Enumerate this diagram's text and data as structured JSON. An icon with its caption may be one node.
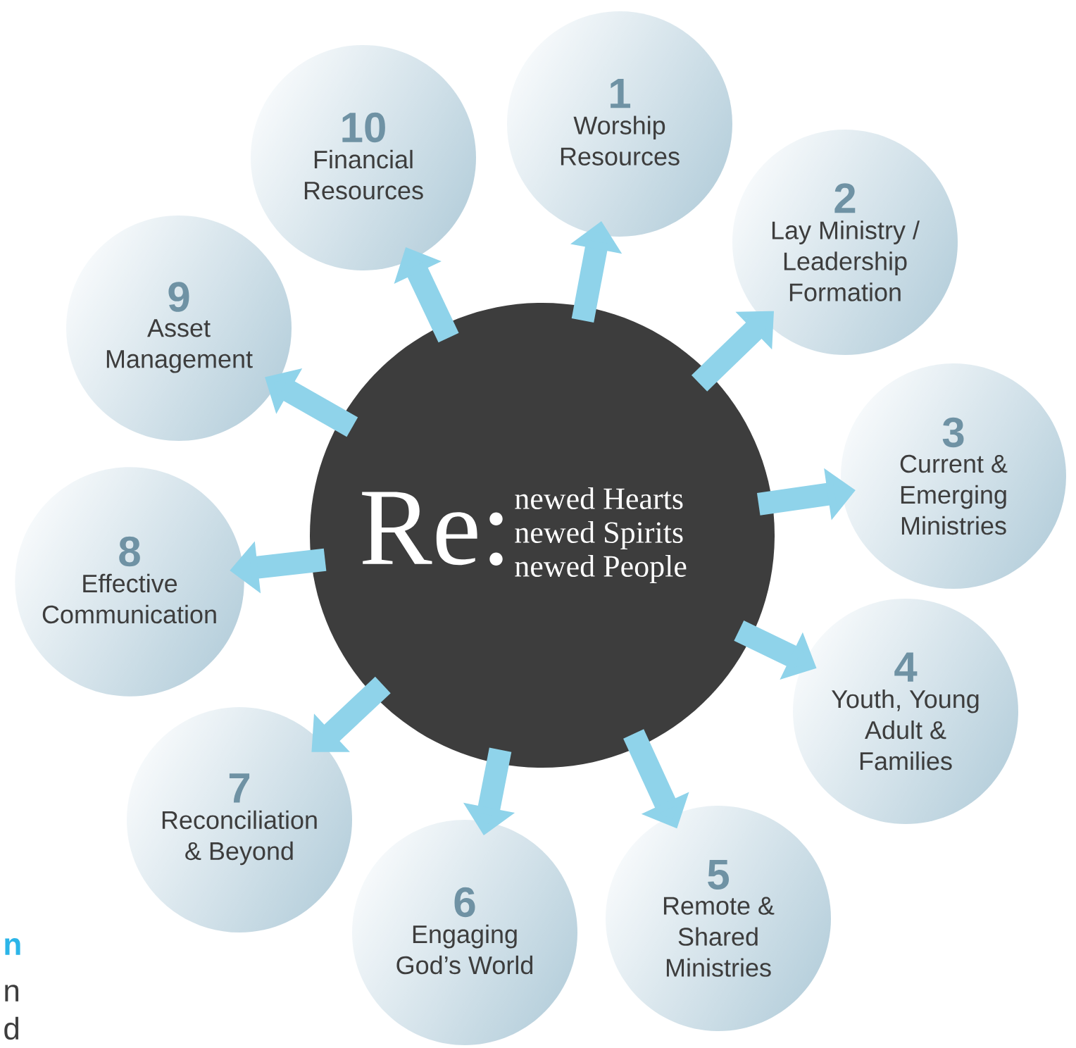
{
  "diagram": {
    "nodes": [
      {
        "text": [
          "Re:",
          "newed Hearts newed Spirits newed People"
        ]
      },
      {
        "text": [
          "1",
          "Worship Resources"
        ]
      },
      {
        "text": [
          "2",
          "Lay Ministry / Leadership Formation"
        ]
      },
      {
        "text": [
          "3",
          "Current & Emerging Ministries"
        ]
      },
      {
        "text": [
          "4",
          "Youth, Young Adult & Families"
        ]
      },
      {
        "text": [
          "5",
          "Remote & Shared Ministries"
        ]
      },
      {
        "text": [
          "6",
          "Engaging God’s World"
        ]
      },
      {
        "text": [
          "7",
          "Reconciliation & Beyond"
        ]
      },
      {
        "text": [
          "8",
          "Effective Communication"
        ]
      },
      {
        "text": [
          "9",
          "Asset Management"
        ]
      },
      {
        "text": [
          "10",
          "Financial Resources"
        ]
      }
    ],
    "edges": [
      {
        "from": 0,
        "to": 1,
        "arrow": "to"
      },
      {
        "from": 0,
        "to": 2,
        "arrow": "to"
      },
      {
        "from": 0,
        "to": 3,
        "arrow": "to"
      },
      {
        "from": 0,
        "to": 4,
        "arrow": "to"
      },
      {
        "from": 0,
        "to": 5,
        "arrow": "to"
      },
      {
        "from": 0,
        "to": 6,
        "arrow": "to"
      },
      {
        "from": 0,
        "to": 7,
        "arrow": "to"
      },
      {
        "from": 0,
        "to": 8,
        "arrow": "to"
      },
      {
        "from": 0,
        "to": 9,
        "arrow": "to"
      },
      {
        "from": 0,
        "to": 10,
        "arrow": "to"
      }
    ],
    "labels": [
      "**n**",
      "n",
      "d"
    ]
  }
}
